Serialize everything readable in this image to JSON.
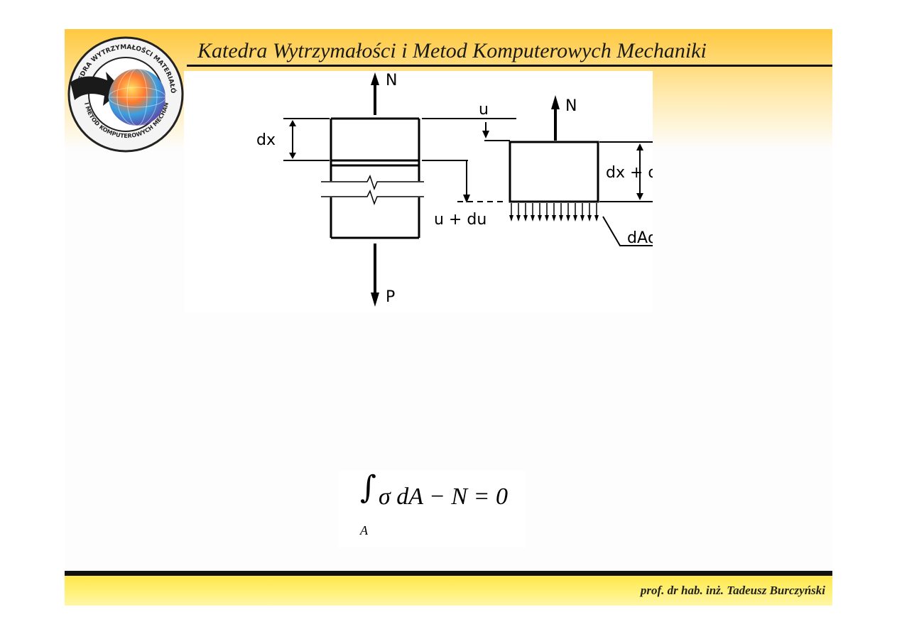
{
  "header": {
    "title": "Katedra Wytrzymałości i Metod Komputerowych Mechaniki"
  },
  "logo": {
    "ring_text_top": "KATEDRA WYTRZYMAŁOŚCI MATERIAŁÓW",
    "ring_text_bottom": "I METOD KOMPUTEROWYCH MECHANIKI",
    "icon": "globe-arrow-logo"
  },
  "diagram": {
    "labels": {
      "N_top": "N",
      "dx": "dx",
      "P": "P",
      "u": "u",
      "u_du": "u + du",
      "N_right": "N",
      "dx_du": "dx + du",
      "dA_sigma": "dAσ"
    }
  },
  "formula": {
    "integral": "∫",
    "body": "σ dA − N = 0",
    "subscript": "A"
  },
  "footer": {
    "author": "prof. dr hab. inż. Tadeusz Burczyński"
  },
  "colors": {
    "header_gold": "#ffc840",
    "footer_yellow": "#ffe84a",
    "rule": "#111111"
  }
}
